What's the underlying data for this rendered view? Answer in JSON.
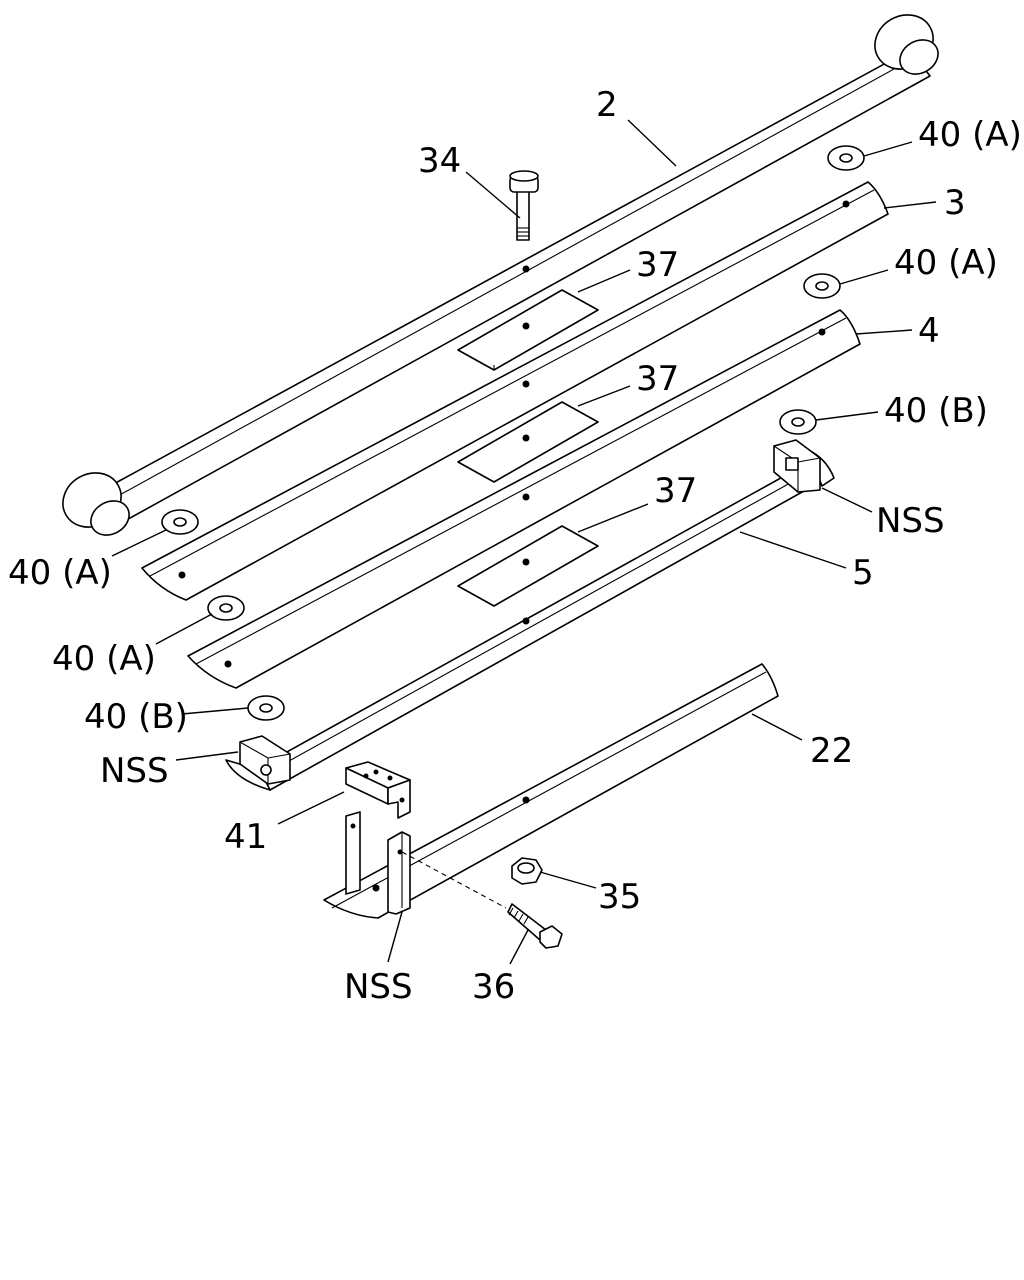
{
  "labels": {
    "part_2": "2",
    "part_34": "34",
    "washer_40a_top_1": "40 (A)",
    "part_3": "3",
    "plate_37_1": "37",
    "washer_40a_top_2": "40 (A)",
    "part_4": "4",
    "plate_37_2": "37",
    "washer_40b_top": "40 (B)",
    "nss_right": "NSS",
    "plate_37_3": "37",
    "part_5": "5",
    "washer_40a_left_1": "40 (A)",
    "washer_40a_left_2": "40 (A)",
    "washer_40b_left": "40 (B)",
    "nss_left": "NSS",
    "part_22": "22",
    "part_41": "41",
    "part_35": "35",
    "nss_bottom": "NSS",
    "part_36": "36"
  },
  "colors": {
    "line": "#000000",
    "background": "#ffffff"
  }
}
